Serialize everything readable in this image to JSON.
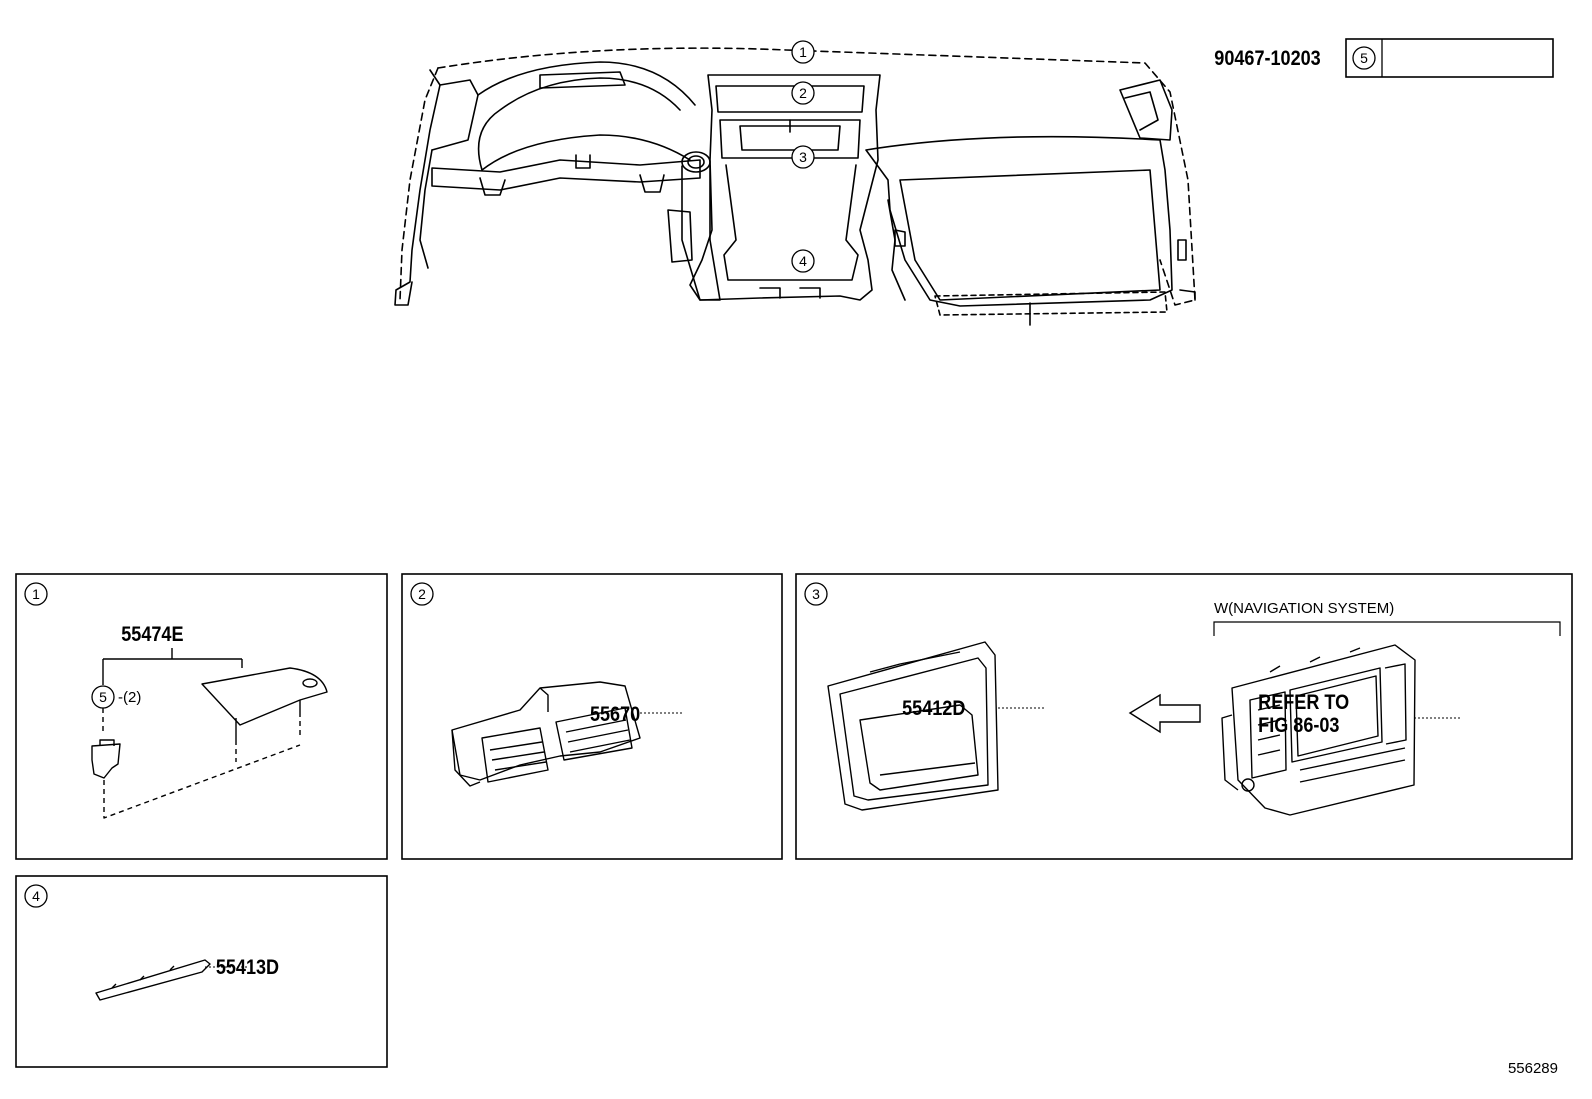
{
  "legend": {
    "ref_num": "5",
    "part_number": "90467-10203"
  },
  "overview": {
    "callouts": [
      "1",
      "2",
      "3",
      "4"
    ]
  },
  "panels": [
    {
      "num": "1",
      "part": "55474E",
      "sub_ref": "5",
      "sub_qty": "-(2)"
    },
    {
      "num": "2",
      "part": "55670"
    },
    {
      "num": "3",
      "part": "55412D",
      "condition": "W(NAVIGATION SYSTEM)",
      "refer_line1": "REFER TO",
      "refer_line2": "FIG 86-03"
    },
    {
      "num": "4",
      "part": "55413D"
    }
  ],
  "figure_id": "556289"
}
